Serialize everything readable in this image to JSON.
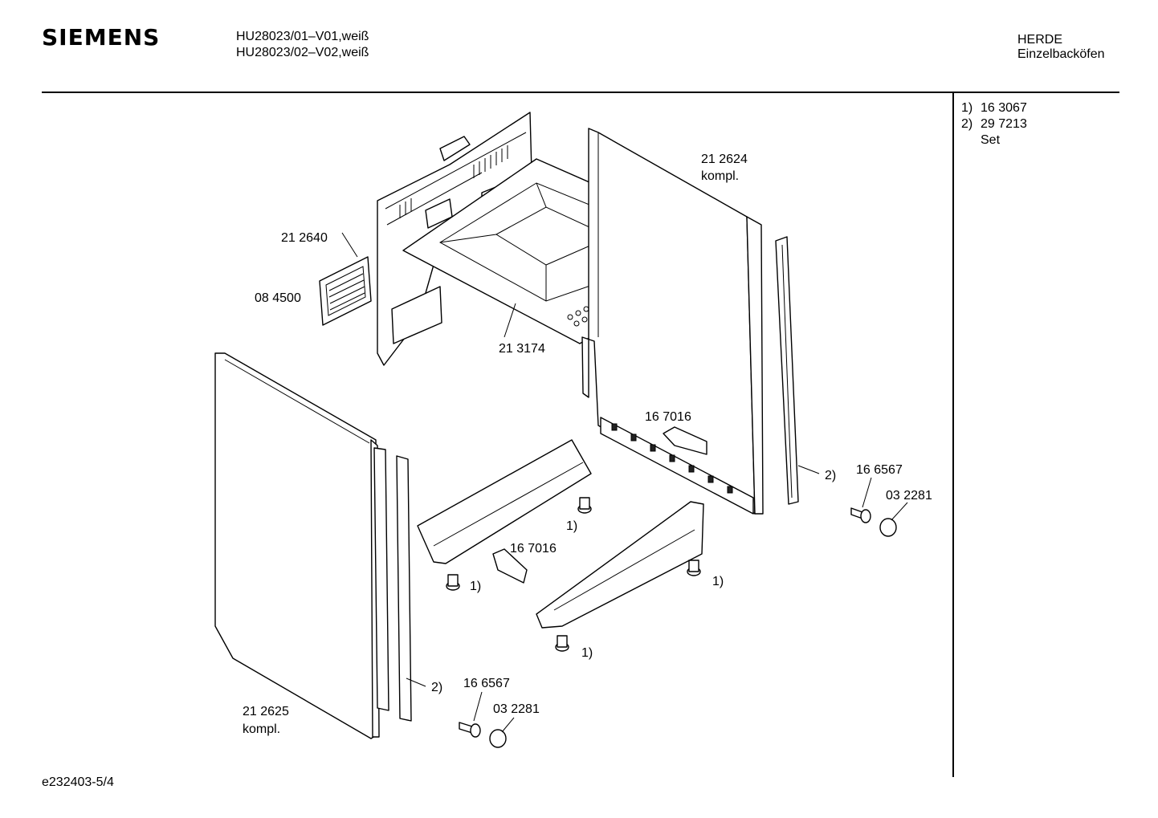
{
  "header": {
    "brand": "SIEMENS",
    "model_line_1": "HU28023/01–V01,weiß",
    "model_line_2": "HU28023/02–V02,weiß",
    "category_line_1": "HERDE",
    "category_line_2": "Einzelbacköfen"
  },
  "notes": {
    "note_1_marker": "1)",
    "note_1_value": "16 3067",
    "note_2_marker": "2)",
    "note_2_value": "29 7213",
    "note_2_sub": "Set"
  },
  "parts": {
    "back_panel": "21 2640",
    "fan_cover": "08 4500",
    "top_panel": "21 3174",
    "right_side_line1": "21 2624",
    "right_side_line2": "kompl.",
    "left_side_line1": "21 2625",
    "left_side_line2": "kompl.",
    "clip_upper": "16 7016",
    "clip_lower": "16 7016",
    "screw_right": "16 6567",
    "cap_right": "03 2281",
    "screw_left": "16 6567",
    "cap_left": "03 2281",
    "ref_1": "1)",
    "ref_2": "2)"
  },
  "footer": {
    "drawing_id": "e232403-5/4"
  }
}
